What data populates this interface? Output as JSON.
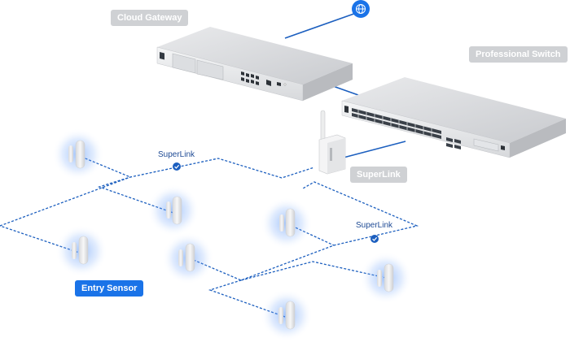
{
  "labels": {
    "cloud_gateway": "Cloud Gateway",
    "professional_switch": "Professional Switch",
    "superlink_device": "SuperLink",
    "entry_sensor": "Entry Sensor"
  },
  "link_labels": {
    "superlink_left": "SuperLink",
    "superlink_right": "SuperLink"
  },
  "icons": {
    "internet": "globe-icon",
    "link_badge": "check-badge-icon"
  },
  "colors": {
    "accent": "#1a73e8",
    "line": "#1c5fbf",
    "label_gray": "#cfd1d4",
    "glow": "#4f8ff7"
  }
}
